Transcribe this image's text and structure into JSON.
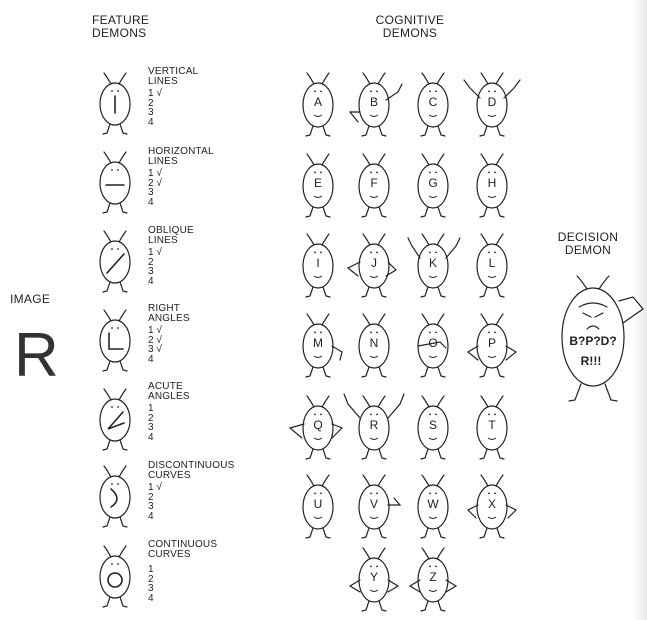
{
  "headers": {
    "feature": [
      "FEATURE",
      "DEMONS"
    ],
    "cognitive": [
      "COGNITIVE",
      "DEMONS"
    ],
    "decision": [
      "DECISION",
      "DEMON"
    ],
    "image": "IMAGE"
  },
  "image_letter": "R",
  "feature_demons": [
    {
      "label": [
        "VERTICAL",
        "LINES"
      ],
      "rows": [
        "1 √",
        "2",
        "3",
        "4"
      ],
      "symbol": "vertical-line"
    },
    {
      "label": [
        "HORIZONTAL",
        "LINES"
      ],
      "rows": [
        "1 √",
        "2 √",
        "3",
        "4"
      ],
      "symbol": "horizontal-line"
    },
    {
      "label": [
        "OBLIQUE",
        "LINES"
      ],
      "rows": [
        "1 √",
        "2",
        "3",
        "4"
      ],
      "symbol": "oblique-line"
    },
    {
      "label": [
        "RIGHT",
        "ANGLES"
      ],
      "rows": [
        "1 √",
        "2 √",
        "3 √",
        "4"
      ],
      "symbol": "right-angle"
    },
    {
      "label": [
        "ACUTE",
        "ANGLES"
      ],
      "rows": [
        "1",
        "2",
        "3",
        "4"
      ],
      "symbol": "acute-angle"
    },
    {
      "label": [
        "DISCONTINUOUS",
        "CURVES"
      ],
      "rows": [
        "1 √",
        "2",
        "3",
        "4"
      ],
      "symbol": "discontinuous-curve"
    },
    {
      "label": [
        "CONTINUOUS",
        "CURVES"
      ],
      "rows": [
        "1",
        "2",
        "3",
        "4"
      ],
      "symbol": "continuous-curve"
    }
  ],
  "cognitive_demons": [
    [
      "A",
      "B",
      "C",
      "D"
    ],
    [
      "E",
      "F",
      "G",
      "H"
    ],
    [
      "I",
      "J",
      "K",
      "L"
    ],
    [
      "M",
      "N",
      "O",
      "P"
    ],
    [
      "Q",
      "R",
      "S",
      "T"
    ],
    [
      "U",
      "V",
      "W",
      "X"
    ],
    [
      "Y",
      "Z"
    ]
  ],
  "decision_demon": {
    "line1": "B?P?D?",
    "line2": "R!!!"
  }
}
